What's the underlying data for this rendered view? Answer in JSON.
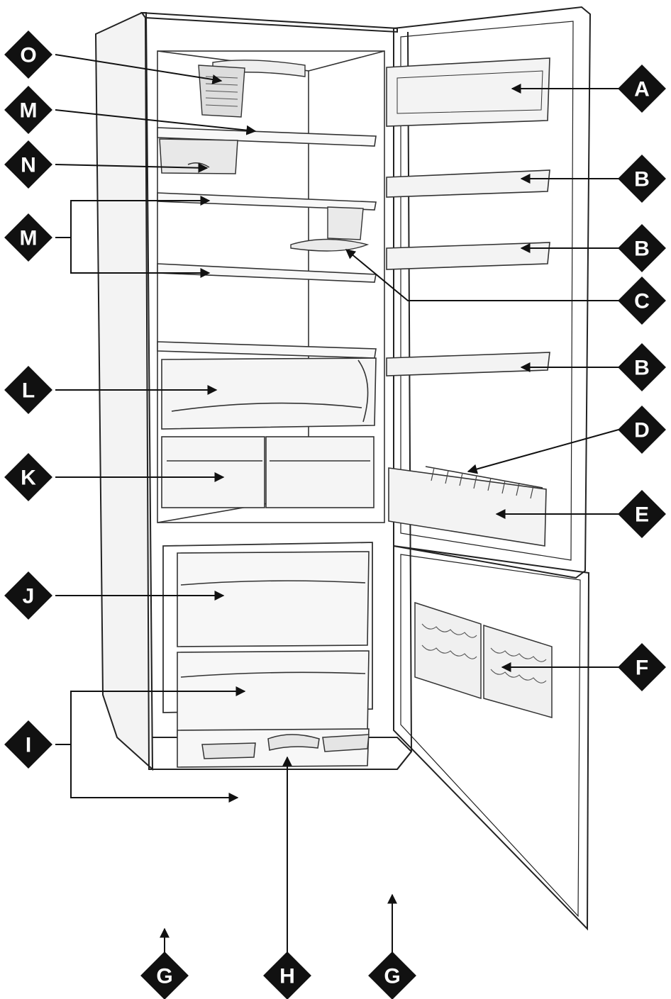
{
  "callouts": [
    {
      "id": "O",
      "letter": "O"
    },
    {
      "id": "M1",
      "letter": "M"
    },
    {
      "id": "N",
      "letter": "N"
    },
    {
      "id": "M2",
      "letter": "M"
    },
    {
      "id": "L",
      "letter": "L"
    },
    {
      "id": "K",
      "letter": "K"
    },
    {
      "id": "J",
      "letter": "J"
    },
    {
      "id": "I",
      "letter": "I"
    },
    {
      "id": "A",
      "letter": "A"
    },
    {
      "id": "B1",
      "letter": "B"
    },
    {
      "id": "B2",
      "letter": "B"
    },
    {
      "id": "C",
      "letter": "C"
    },
    {
      "id": "B3",
      "letter": "B"
    },
    {
      "id": "D",
      "letter": "D"
    },
    {
      "id": "E",
      "letter": "E"
    },
    {
      "id": "F",
      "letter": "F"
    },
    {
      "id": "G1",
      "letter": "G"
    },
    {
      "id": "H",
      "letter": "H"
    },
    {
      "id": "G2",
      "letter": "G"
    }
  ]
}
